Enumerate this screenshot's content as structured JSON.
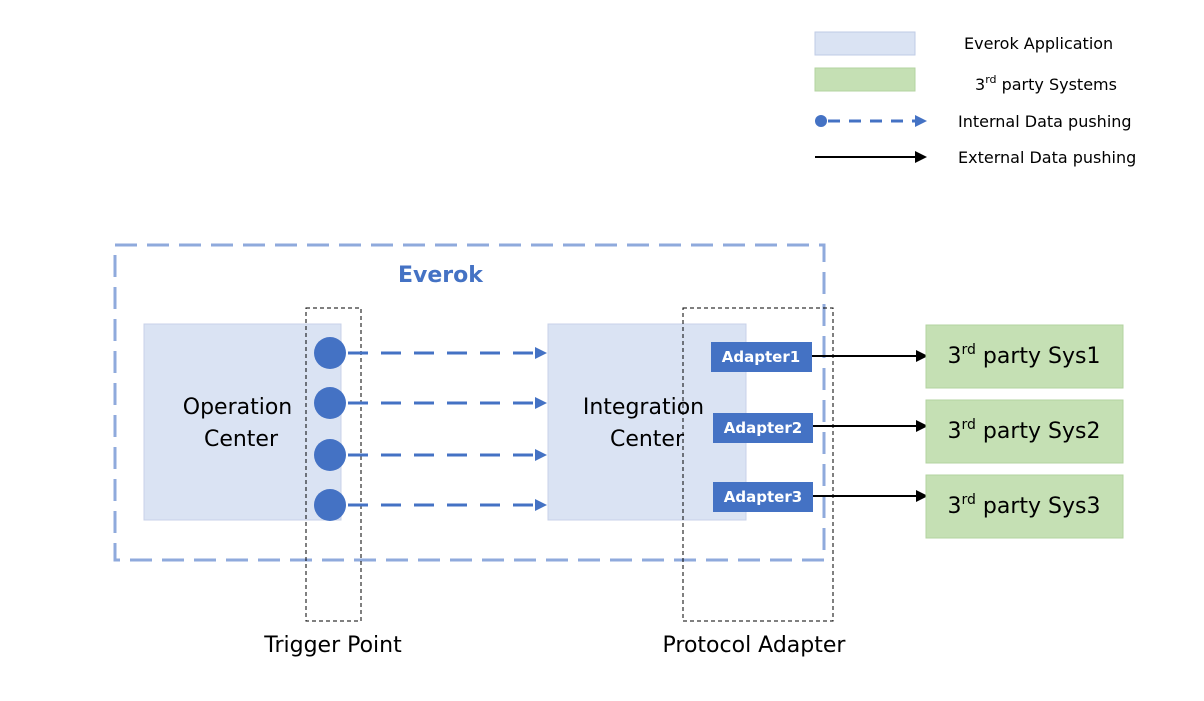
{
  "colors": {
    "everok_fill": "#dae3f3",
    "third_party_fill": "#c5e0b4",
    "accent_blue": "#4472c4",
    "boundary_blue": "#8faadc",
    "arrow_black": "#000000"
  },
  "legend": {
    "everok_app": "Everok Application",
    "third_party_prefix": "3",
    "third_party_sup": "rd",
    "third_party_suffix": " party Systems",
    "internal": "Internal Data pushing",
    "external": "External Data pushing"
  },
  "everok": {
    "title": "Everok",
    "operation_center": [
      "Operation",
      "Center"
    ],
    "integration_center": [
      "Integration",
      "Center"
    ]
  },
  "adapters": [
    "Adapter1",
    "Adapter2",
    "Adapter3"
  ],
  "systems": [
    {
      "prefix": "3",
      "sup": "rd",
      "suffix": " party Sys1"
    },
    {
      "prefix": "3",
      "sup": "rd",
      "suffix": " party Sys2"
    },
    {
      "prefix": "3",
      "sup": "rd",
      "suffix": " party Sys3"
    }
  ],
  "captions": {
    "trigger_point": "Trigger Point",
    "protocol_adapter": "Protocol Adapter"
  }
}
